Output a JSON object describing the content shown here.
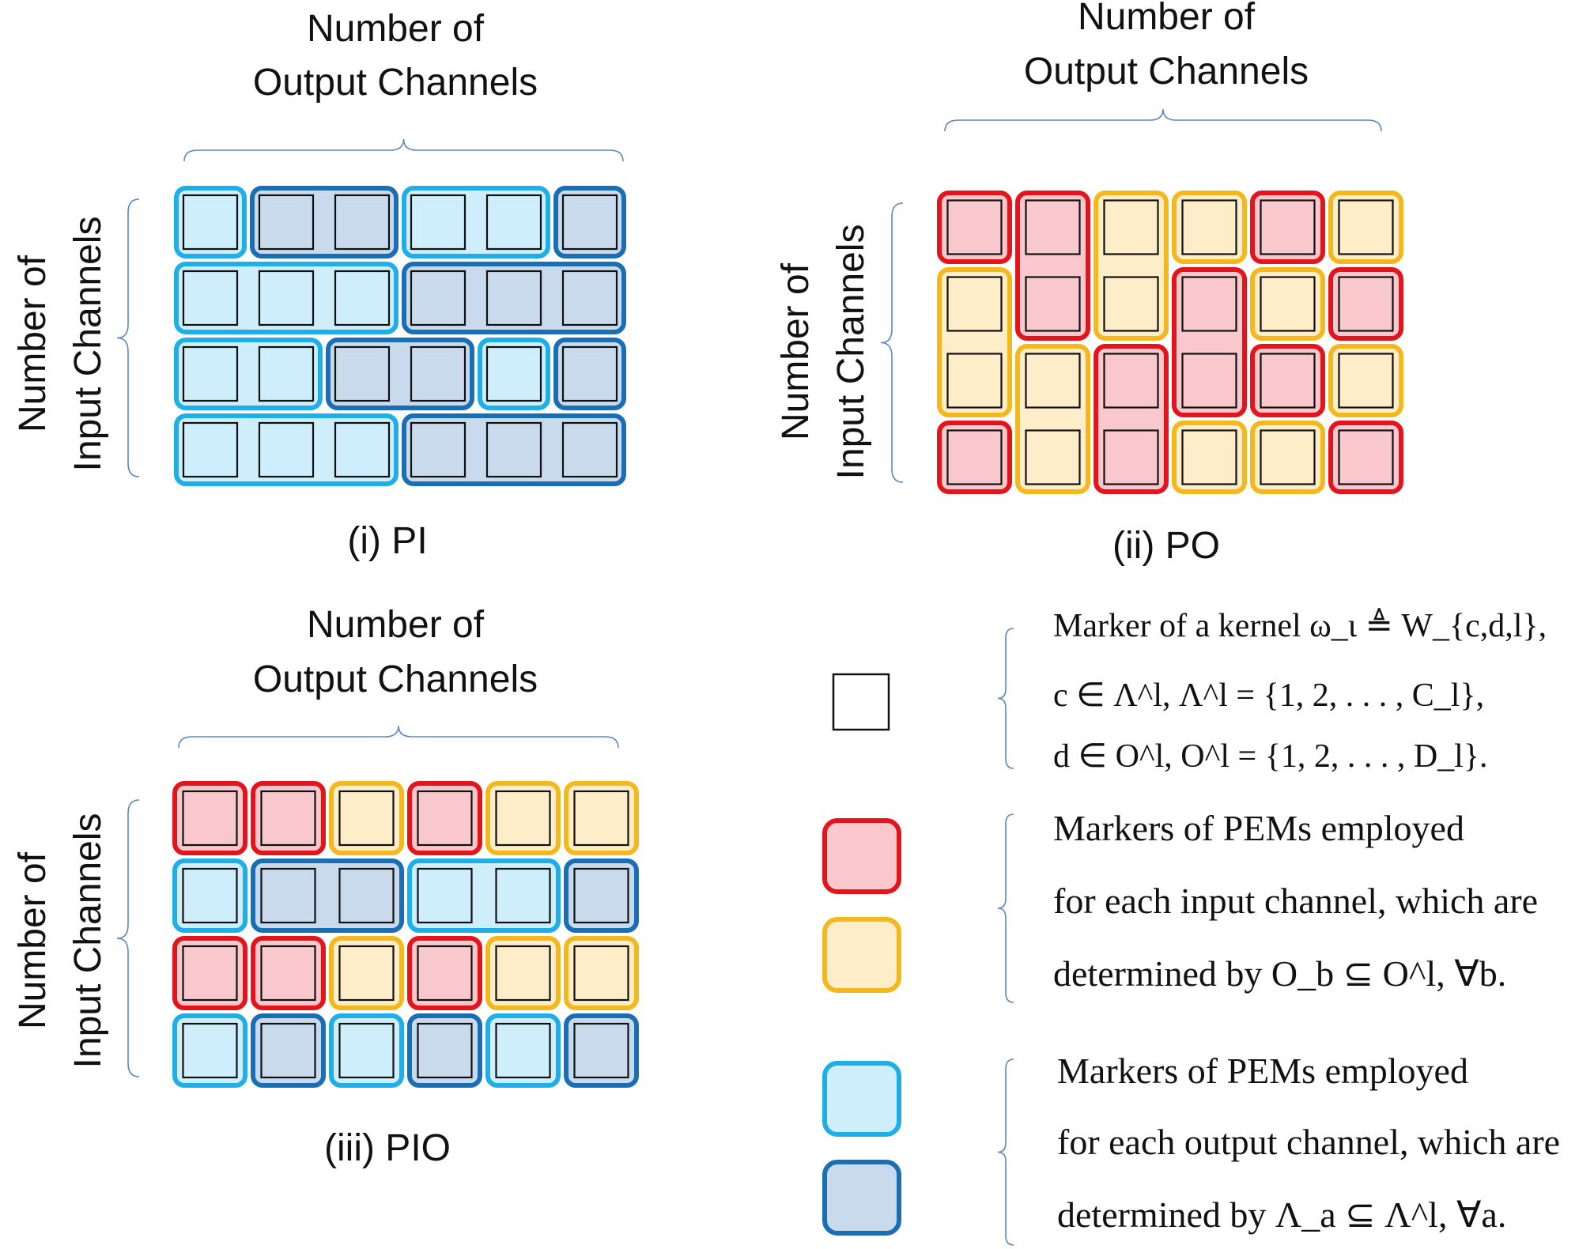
{
  "colors": {
    "light_blue_fill": "#cdeefa",
    "light_blue_stroke": "#1eaee8",
    "dark_blue_fill": "#c9daec",
    "dark_blue_stroke": "#1a6eb4",
    "red_fill": "#f8c8cc",
    "red_stroke": "#e3141c",
    "yellow_fill": "#fdedc8",
    "yellow_stroke": "#f5b81c",
    "kernel_stroke": "#111111",
    "brace": "#5b86c4"
  },
  "panels": [
    {
      "id": "PI",
      "caption": "(i) PI",
      "top_label": [
        "Number of",
        "Output Channels"
      ],
      "side_label": [
        "Number of",
        "Input Channels"
      ],
      "groups": [
        {
          "color": "lb",
          "cells": [
            [
              0,
              0
            ]
          ]
        },
        {
          "color": "db",
          "cells": [
            [
              0,
              1
            ],
            [
              0,
              2
            ]
          ]
        },
        {
          "color": "lb",
          "cells": [
            [
              0,
              3
            ],
            [
              0,
              4
            ]
          ]
        },
        {
          "color": "db",
          "cells": [
            [
              0,
              5
            ]
          ]
        },
        {
          "color": "lb",
          "cells": [
            [
              1,
              0
            ],
            [
              1,
              1
            ],
            [
              1,
              2
            ]
          ]
        },
        {
          "color": "db",
          "cells": [
            [
              1,
              3
            ],
            [
              1,
              4
            ],
            [
              1,
              5
            ]
          ]
        },
        {
          "color": "lb",
          "cells": [
            [
              2,
              0
            ],
            [
              2,
              1
            ]
          ]
        },
        {
          "color": "db",
          "cells": [
            [
              2,
              2
            ],
            [
              2,
              3
            ]
          ]
        },
        {
          "color": "lb",
          "cells": [
            [
              2,
              4
            ]
          ]
        },
        {
          "color": "db",
          "cells": [
            [
              2,
              5
            ]
          ]
        },
        {
          "color": "lb",
          "cells": [
            [
              3,
              0
            ],
            [
              3,
              1
            ],
            [
              3,
              2
            ]
          ]
        },
        {
          "color": "db",
          "cells": [
            [
              3,
              3
            ],
            [
              3,
              4
            ],
            [
              3,
              5
            ]
          ]
        }
      ]
    },
    {
      "id": "PO",
      "caption": "(ii) PO",
      "top_label": [
        "Number of",
        "Output Channels"
      ],
      "side_label": [
        "Number of",
        "Input Channels"
      ],
      "groups": [
        {
          "color": "red",
          "cells": [
            [
              0,
              0
            ]
          ]
        },
        {
          "color": "red",
          "cells": [
            [
              0,
              1
            ],
            [
              1,
              1
            ]
          ]
        },
        {
          "color": "yellow",
          "cells": [
            [
              0,
              2
            ],
            [
              1,
              2
            ]
          ]
        },
        {
          "color": "yellow",
          "cells": [
            [
              0,
              3
            ]
          ]
        },
        {
          "color": "red",
          "cells": [
            [
              0,
              4
            ]
          ]
        },
        {
          "color": "yellow",
          "cells": [
            [
              0,
              5
            ]
          ]
        },
        {
          "color": "yellow",
          "cells": [
            [
              1,
              0
            ],
            [
              2,
              0
            ]
          ]
        },
        {
          "color": "red",
          "cells": [
            [
              1,
              3
            ],
            [
              2,
              3
            ]
          ]
        },
        {
          "color": "yellow",
          "cells": [
            [
              1,
              4
            ]
          ]
        },
        {
          "color": "red",
          "cells": [
            [
              1,
              5
            ]
          ]
        },
        {
          "color": "yellow",
          "cells": [
            [
              2,
              1
            ],
            [
              3,
              1
            ]
          ]
        },
        {
          "color": "red",
          "cells": [
            [
              2,
              2
            ],
            [
              3,
              2
            ]
          ]
        },
        {
          "color": "red",
          "cells": [
            [
              2,
              4
            ]
          ]
        },
        {
          "color": "yellow",
          "cells": [
            [
              2,
              5
            ]
          ]
        },
        {
          "color": "red",
          "cells": [
            [
              3,
              0
            ]
          ]
        },
        {
          "color": "yellow",
          "cells": [
            [
              3,
              3
            ]
          ]
        },
        {
          "color": "yellow",
          "cells": [
            [
              3,
              4
            ]
          ]
        },
        {
          "color": "red",
          "cells": [
            [
              3,
              5
            ]
          ]
        }
      ]
    },
    {
      "id": "PIO",
      "caption": "(iii) PIO",
      "top_label": [
        "Number of",
        "Output Channels"
      ],
      "side_label": [
        "Number of",
        "Input Channels"
      ],
      "groups": [
        {
          "color": "red",
          "cells": [
            [
              0,
              0
            ]
          ]
        },
        {
          "color": "red",
          "cells": [
            [
              0,
              1
            ]
          ]
        },
        {
          "color": "yellow",
          "cells": [
            [
              0,
              2
            ]
          ]
        },
        {
          "color": "red",
          "cells": [
            [
              0,
              3
            ]
          ]
        },
        {
          "color": "yellow",
          "cells": [
            [
              0,
              4
            ]
          ]
        },
        {
          "color": "yellow",
          "cells": [
            [
              0,
              5
            ]
          ]
        },
        {
          "color": "lb",
          "cells": [
            [
              1,
              0
            ]
          ]
        },
        {
          "color": "db",
          "cells": [
            [
              1,
              1
            ],
            [
              1,
              2
            ]
          ]
        },
        {
          "color": "lb",
          "cells": [
            [
              1,
              3
            ],
            [
              1,
              4
            ]
          ]
        },
        {
          "color": "db",
          "cells": [
            [
              1,
              5
            ]
          ]
        },
        {
          "color": "red",
          "cells": [
            [
              2,
              0
            ]
          ]
        },
        {
          "color": "red",
          "cells": [
            [
              2,
              1
            ]
          ]
        },
        {
          "color": "yellow",
          "cells": [
            [
              2,
              2
            ]
          ]
        },
        {
          "color": "red",
          "cells": [
            [
              2,
              3
            ]
          ]
        },
        {
          "color": "yellow",
          "cells": [
            [
              2,
              4
            ]
          ]
        },
        {
          "color": "yellow",
          "cells": [
            [
              2,
              5
            ]
          ]
        },
        {
          "color": "lb",
          "cells": [
            [
              3,
              0
            ]
          ]
        },
        {
          "color": "db",
          "cells": [
            [
              3,
              1
            ]
          ]
        },
        {
          "color": "lb",
          "cells": [
            [
              3,
              2
            ]
          ]
        },
        {
          "color": "db",
          "cells": [
            [
              3,
              3
            ]
          ]
        },
        {
          "color": "lb",
          "cells": [
            [
              3,
              4
            ]
          ]
        },
        {
          "color": "db",
          "cells": [
            [
              3,
              5
            ]
          ]
        }
      ]
    }
  ],
  "legend": [
    {
      "markers": [
        "kernel"
      ],
      "lines": [
        "Marker of a kernel ω_ι ≜ W_{c,d,l},",
        "c ∈ Λ^l, Λ^l = {1, 2, . . . , C_l},",
        "d ∈ O^l, O^l = {1, 2, . . . , D_l}."
      ]
    },
    {
      "markers": [
        "red",
        "yellow"
      ],
      "lines": [
        "Markers of PEMs employed",
        "for each input channel, which are",
        "determined by O_b ⊆ O^l, ∀b."
      ]
    },
    {
      "markers": [
        "lb",
        "db"
      ],
      "lines": [
        "Markers of PEMs employed",
        "for each output channel, which are",
        "determined by Λ_a ⊆ Λ^l, ∀a."
      ]
    }
  ]
}
